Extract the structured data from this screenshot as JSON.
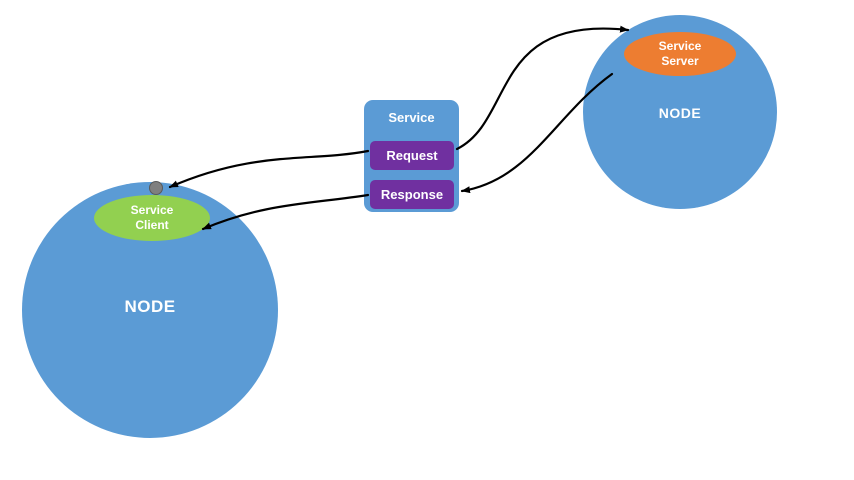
{
  "diagram": {
    "left_node": {
      "label": "NODE"
    },
    "service_client": {
      "label": "Service Client"
    },
    "right_node": {
      "label": "NODE"
    },
    "service_server": {
      "label": "Service Server"
    },
    "service": {
      "title": "Service",
      "request_label": "Request",
      "response_label": "Response"
    },
    "colors": {
      "node_fill": "#5b9bd5",
      "client_fill": "#92d050",
      "server_fill": "#ed7d31",
      "action_fill": "#7030a0",
      "arrow": "#000000",
      "dot": "#7f7f7f",
      "text": "#ffffff"
    }
  }
}
